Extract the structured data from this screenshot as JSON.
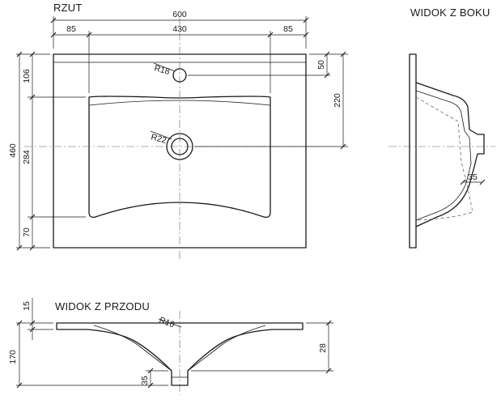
{
  "views": {
    "top": {
      "title": "RZUT"
    },
    "side": {
      "title": "WIDOK Z BOKU"
    },
    "front": {
      "title": "WIDOK Z PRZODU"
    }
  },
  "dimensions": {
    "overall_width": "600",
    "left_margin": "85",
    "bowl_width": "430",
    "right_margin": "85",
    "overall_depth": "460",
    "back_margin": "106",
    "bowl_depth": "284",
    "front_margin": "70",
    "tap_hole_offset": "50",
    "drain_offset": "220",
    "tap_hole_radius": "R18",
    "drain_radius": "R22",
    "side_waste_width": "35",
    "rim_thickness": "15",
    "total_height": "170",
    "waste_width": "35",
    "inner_radius": "R10",
    "bowl_rim_height": "28"
  }
}
